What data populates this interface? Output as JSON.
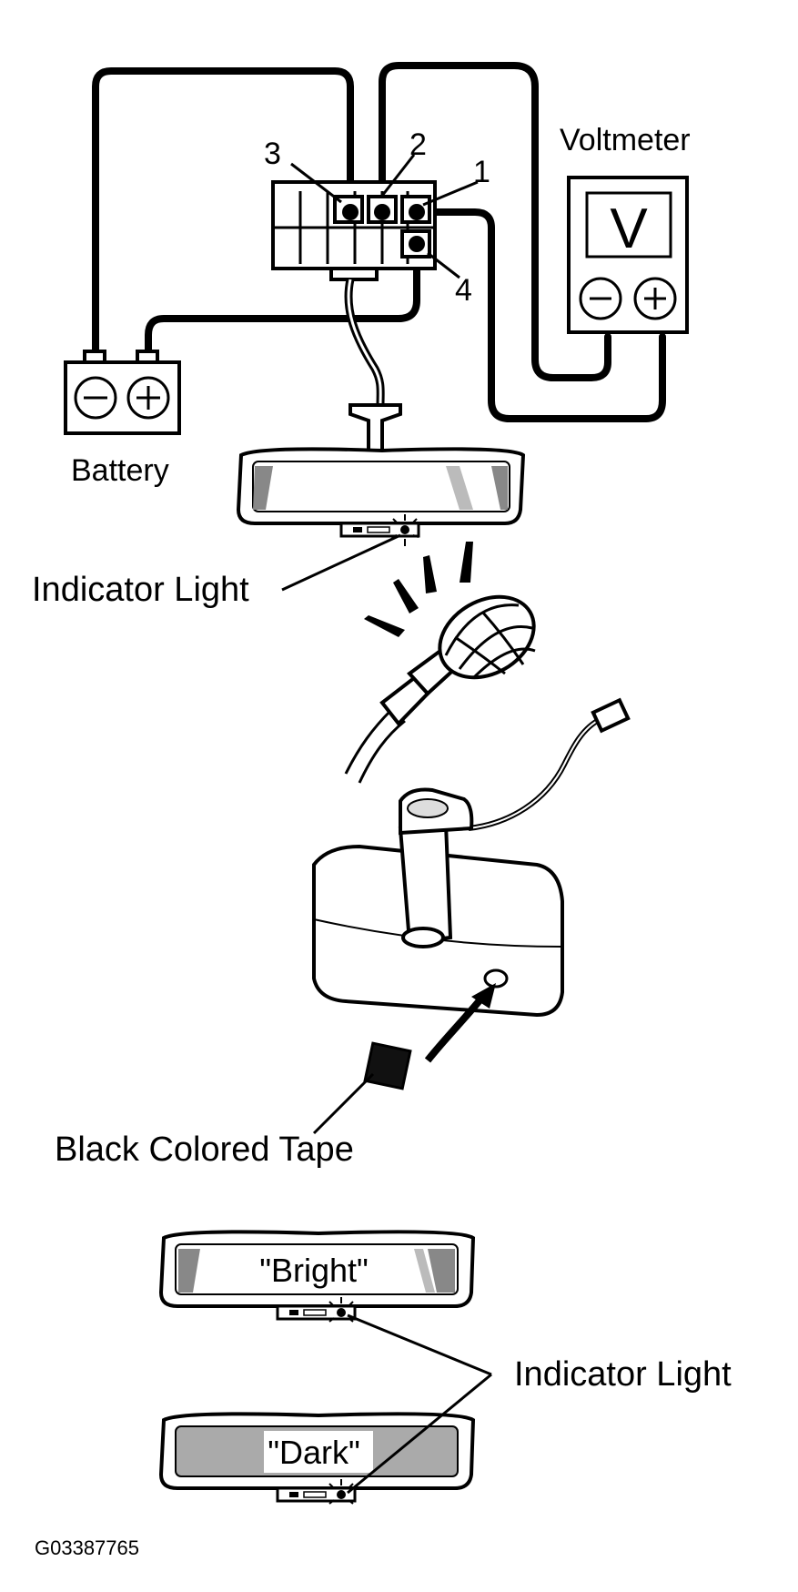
{
  "terminals": [
    "1",
    "2",
    "3",
    "4"
  ],
  "labels": {
    "voltmeter": "Voltmeter",
    "voltmeter_symbol": "V",
    "battery": "Battery",
    "indicator_light_top": "Indicator Light",
    "black_tape": "Black Colored Tape",
    "bright": "\"Bright\"",
    "dark": "\"Dark\"",
    "indicator_light_bottom": "Indicator Light",
    "figure_id": "G03387765"
  },
  "colors": {
    "line": "#000000",
    "background": "#ffffff"
  }
}
